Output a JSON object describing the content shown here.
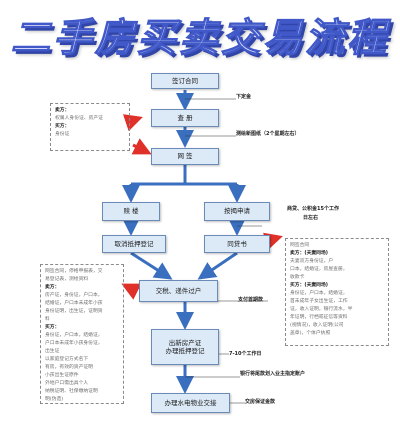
{
  "title": "二手房买卖交易流程",
  "nodes": {
    "sign_contract": "签订合同",
    "check_title": "查 册",
    "visa": "网 签",
    "redeem_building": "赎 楼",
    "mortgage_apply": "按揭申请",
    "cancel_mortgage": "取消抵押登记",
    "loan_letter": "同贷书",
    "tax_transfer": "交税、递件过户",
    "issue_cert": [
      "出新房产证",
      "办理抵押登记"
    ],
    "utilities": "办理水电物业交接"
  },
  "notes": {
    "deposit": "下定金",
    "survey": "测绘新图纸（2个星期左右）",
    "loan_time": [
      "商贷、公积金15个工作",
      "日左右"
    ],
    "first_payment": "支付首期款",
    "cert_time": "7-10个工作日",
    "bank_release": "银行将尾款划入业主指定账户",
    "deposit_settle": "交房保证金款"
  },
  "left_box": {
    "lines": [
      {
        "text": "卖方：",
        "head": true
      },
      {
        "text": "权属人身份证、房产证",
        "head": false
      },
      {
        "text": "买方：",
        "head": true
      },
      {
        "text": "身份证",
        "head": false
      }
    ]
  },
  "right_box": {
    "lines": [
      {
        "text": "网签合同",
        "head": false
      },
      {
        "text": "卖方：(夫妻同场)",
        "head": true
      },
      {
        "text": "夫妻双方身份证，户",
        "head": false
      },
      {
        "text": "口本，结婚证，房屋查册，",
        "head": false
      },
      {
        "text": "收款卡",
        "head": false
      },
      {
        "text": "买方：(夫妻同场)",
        "head": true
      },
      {
        "text": "身份证，户口本，结婚证，",
        "head": false
      },
      {
        "text": "首未成年子女出生证，工作",
        "head": false
      },
      {
        "text": "证，收入证明，银行流水，半",
        "head": false
      },
      {
        "text": "年证明，行档或征信等资料",
        "head": false
      },
      {
        "text": "(视情况)，收入证明(公司",
        "head": false
      },
      {
        "text": "盖章)，个体户执照",
        "head": false
      }
    ]
  },
  "left_box2": {
    "lines": [
      {
        "text": "网签合同，停格申报表，交",
        "head": false
      },
      {
        "text": "易登记表，测绘资料",
        "head": false
      },
      {
        "text": "卖方：",
        "head": true
      },
      {
        "text": "房产证，身份证，户口本，",
        "head": false
      },
      {
        "text": "结婚证，户口本未成年小孩",
        "head": false
      },
      {
        "text": "身份证明，出生证，证明资",
        "head": false
      },
      {
        "text": "料",
        "head": false
      },
      {
        "text": "买方：",
        "head": true
      },
      {
        "text": "身份证，户口本，结婚证，",
        "head": false
      },
      {
        "text": "户口本未成年小孩身份证，",
        "head": false
      },
      {
        "text": "出生证",
        "head": false
      },
      {
        "text": "以家庭登记方式名下",
        "head": false
      },
      {
        "text": "有房，有效的资产证明",
        "head": false
      },
      {
        "text": "小孩出生证原件",
        "head": false
      },
      {
        "text": "外地户口需出具个人",
        "head": false
      },
      {
        "text": "纳税证明、社保缴纳证明",
        "head": false
      },
      {
        "text": "明(伪造)",
        "head": false
      }
    ]
  },
  "colors": {
    "node_fill": "#dce9f7",
    "node_border": "#6a8ab8",
    "arrow": "#3a6fc0",
    "callout_arrow": "#e0302a",
    "title_blue": "#4058c8"
  }
}
